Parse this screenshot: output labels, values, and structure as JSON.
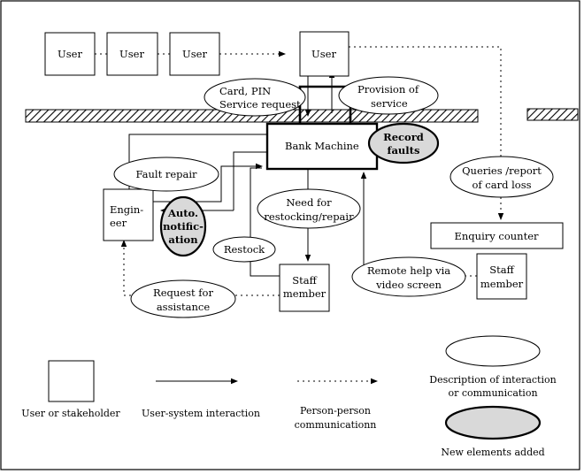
{
  "stakeholders": {
    "user_1": "User",
    "user_2": "User",
    "user_3": "User",
    "user_main": "User",
    "bank_machine": "Bank Machine",
    "engineer_line1": "Engin-",
    "engineer_line2": "eer",
    "staff_member_1_line1": "Staff",
    "staff_member_1_line2": "member",
    "staff_member_2_line1": "Staff",
    "staff_member_2_line2": "member",
    "enquiry_counter": "Enquiry counter"
  },
  "interactions": {
    "card_pin_line1": "Card, PIN",
    "card_pin_line2": "Service request",
    "provision_line1": "Provision of",
    "provision_line2": "service",
    "fault_repair": "Fault repair",
    "queries_line1": "Queries /report",
    "queries_line2": "of card loss",
    "restocking_line1": "Need for",
    "restocking_line2": "restocking/repair",
    "restock": "Restock",
    "request_line1": "Request for",
    "request_line2": "assistance",
    "remote_help_line1": "Remote help via",
    "remote_help_line2": "video screen"
  },
  "new_elements": {
    "record_faults_line1": "Record",
    "record_faults_line2": "faults",
    "auto_notification_line1": "Auto.",
    "auto_notification_line2": "notific-",
    "auto_notification_line3": "ation"
  },
  "legend": {
    "user_or_stakeholder": "User or stakeholder",
    "user_system_interaction": "User-system interaction",
    "person_person_line1": "Person-person",
    "person_person_line2": "communicationn",
    "description_line1": "Description of interaction",
    "description_line2": "or communication",
    "new_elements_added": "New elements added"
  }
}
